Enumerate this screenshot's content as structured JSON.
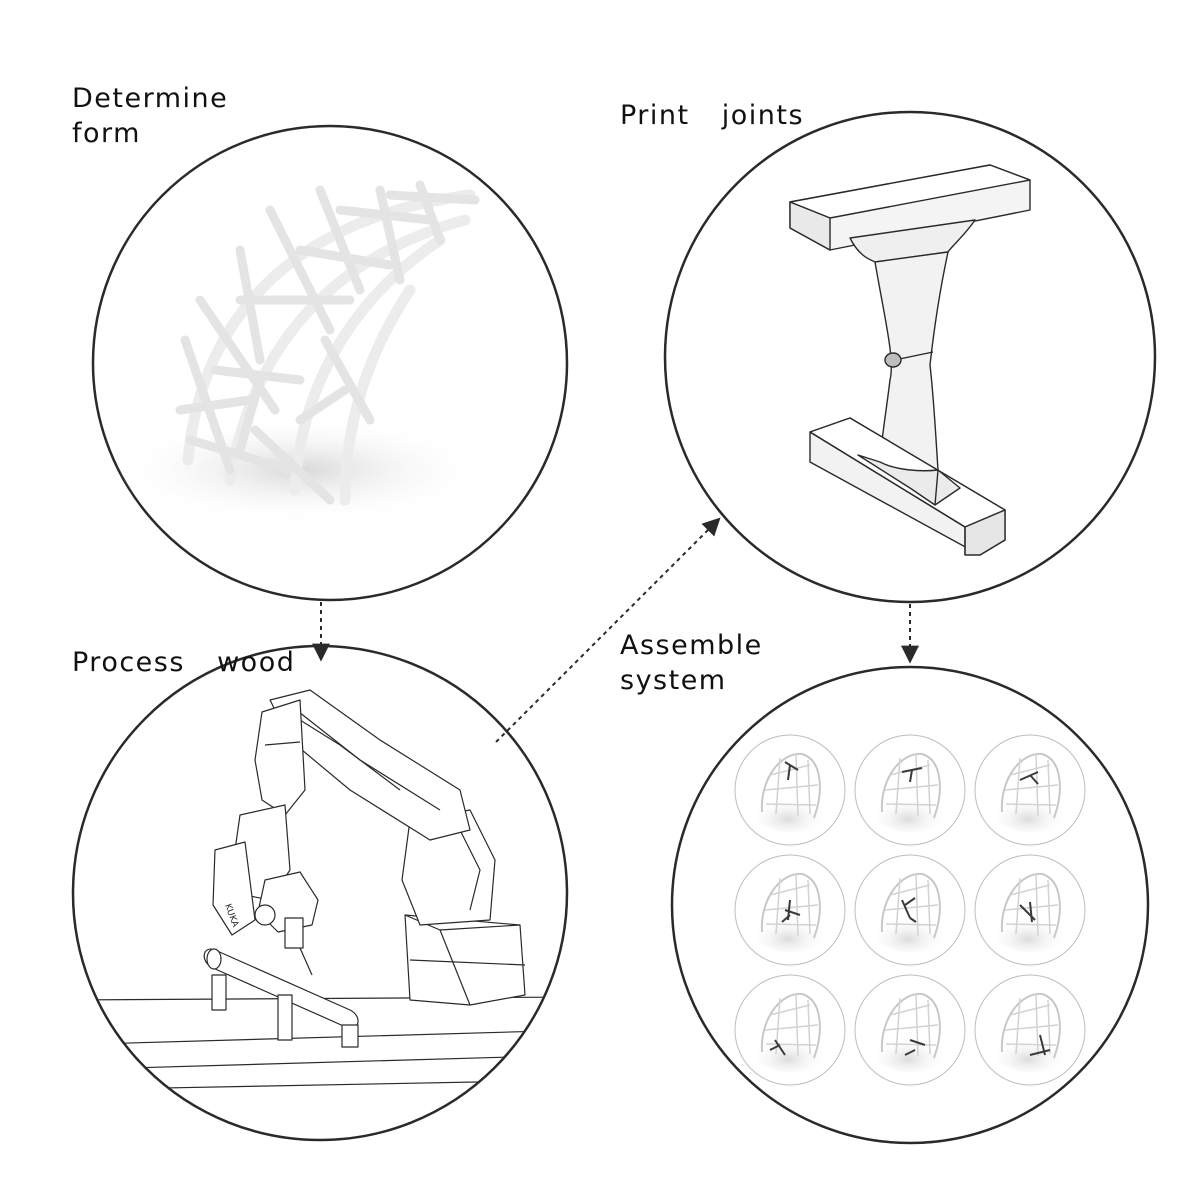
{
  "steps": {
    "form": {
      "label": "Determine\nform"
    },
    "print": {
      "label": "Print  joints"
    },
    "process": {
      "label": "Process  wood"
    },
    "assemble": {
      "label": "Assemble\nsystem"
    }
  },
  "colors": {
    "ink": "#2a2a2a",
    "shade": "#e6e6e6",
    "member": "#efefef"
  },
  "assembly_grid": {
    "rows": 3,
    "cols": 3
  }
}
